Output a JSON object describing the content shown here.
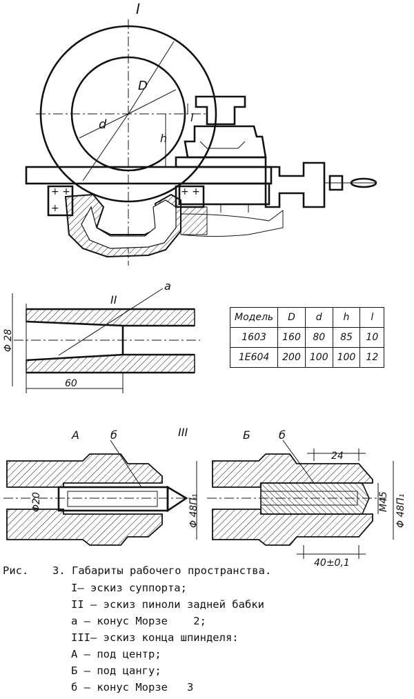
{
  "figure": {
    "section_labels": {
      "s1": "I",
      "s2": "II",
      "s3": "III"
    },
    "sketch1": {
      "D": "D",
      "d": "d",
      "h": "h",
      "l": "l"
    },
    "sketch2": {
      "a": "a",
      "diameter": "Φ 28",
      "length": "60"
    },
    "sketch3": {
      "A": "A",
      "B": "Б",
      "b_left": "б",
      "b_right": "б",
      "d20": "Φ20",
      "d48_left": "Φ 48Π₁",
      "d48_right": "Φ 48Π₁",
      "m45": "M45",
      "dim24": "24",
      "dim40": "40±0,1"
    }
  },
  "table": {
    "headers": [
      "Модель",
      "D",
      "d",
      "h",
      "l"
    ],
    "rows": [
      [
        "1603",
        "160",
        "80",
        "85",
        "10"
      ],
      [
        "1E604",
        "200",
        "100",
        "100",
        "12"
      ]
    ]
  },
  "caption": {
    "prefix": "Рис.",
    "title": "3. Габариты рабочего пространства.",
    "lines": [
      "I– эскиз суппорта;",
      "II – эскиз пиноли задней бабки",
      "а – конус Морзе    2;",
      "III– эскиз конца шпинделя:",
      "А – под центр;",
      "Б – под цангу;",
      "б – конус Морзе   3"
    ]
  }
}
